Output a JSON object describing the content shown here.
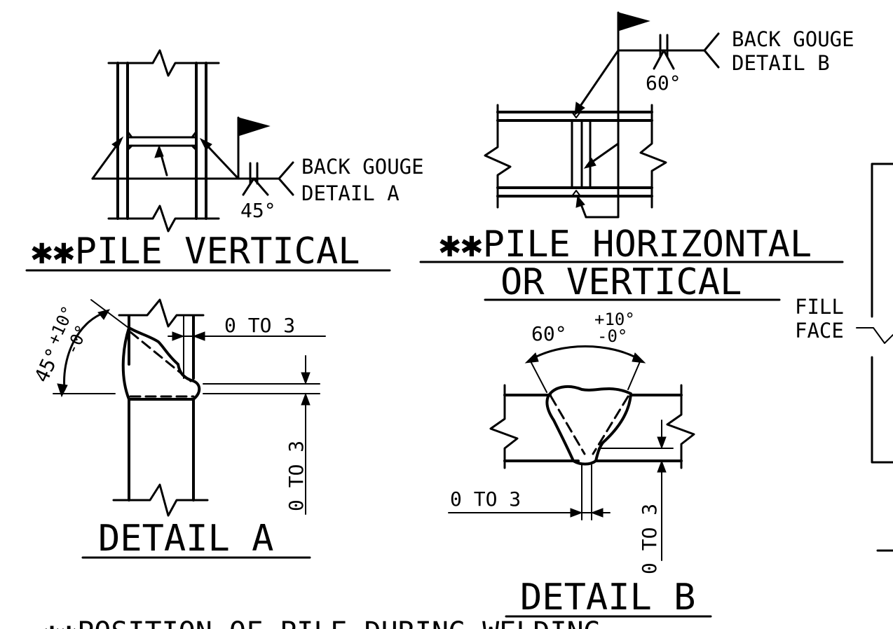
{
  "pile_vertical": {
    "title": "✱✱PILE VERTICAL",
    "callout_line1": "BACK GOUGE",
    "callout_line2": "DETAIL A",
    "angle": "45°"
  },
  "pile_horizontal": {
    "title_line1": "✱✱PILE HORIZONTAL",
    "title_line2": "OR VERTICAL",
    "callout_line1": "BACK GOUGE",
    "callout_line2": "DETAIL B",
    "angle": "60°"
  },
  "detail_a": {
    "title": "DETAIL A",
    "gap_top": "0 TO 3",
    "gap_side": "0 TO 3",
    "angle_base": "45°",
    "angle_tol": "+10°",
    "angle_tol_minus": "-0°"
  },
  "detail_b": {
    "title": "DETAIL B",
    "angle_base": "60°",
    "angle_tol": "+10°",
    "angle_tol_minus": "-0°",
    "gap_bottom": "0 TO 3",
    "gap_side": "0 TO 3"
  },
  "fill_face": {
    "line1": "FILL",
    "line2": "FACE"
  },
  "footer_note": "✱✱POSITION OF PILE DURING WELDING"
}
